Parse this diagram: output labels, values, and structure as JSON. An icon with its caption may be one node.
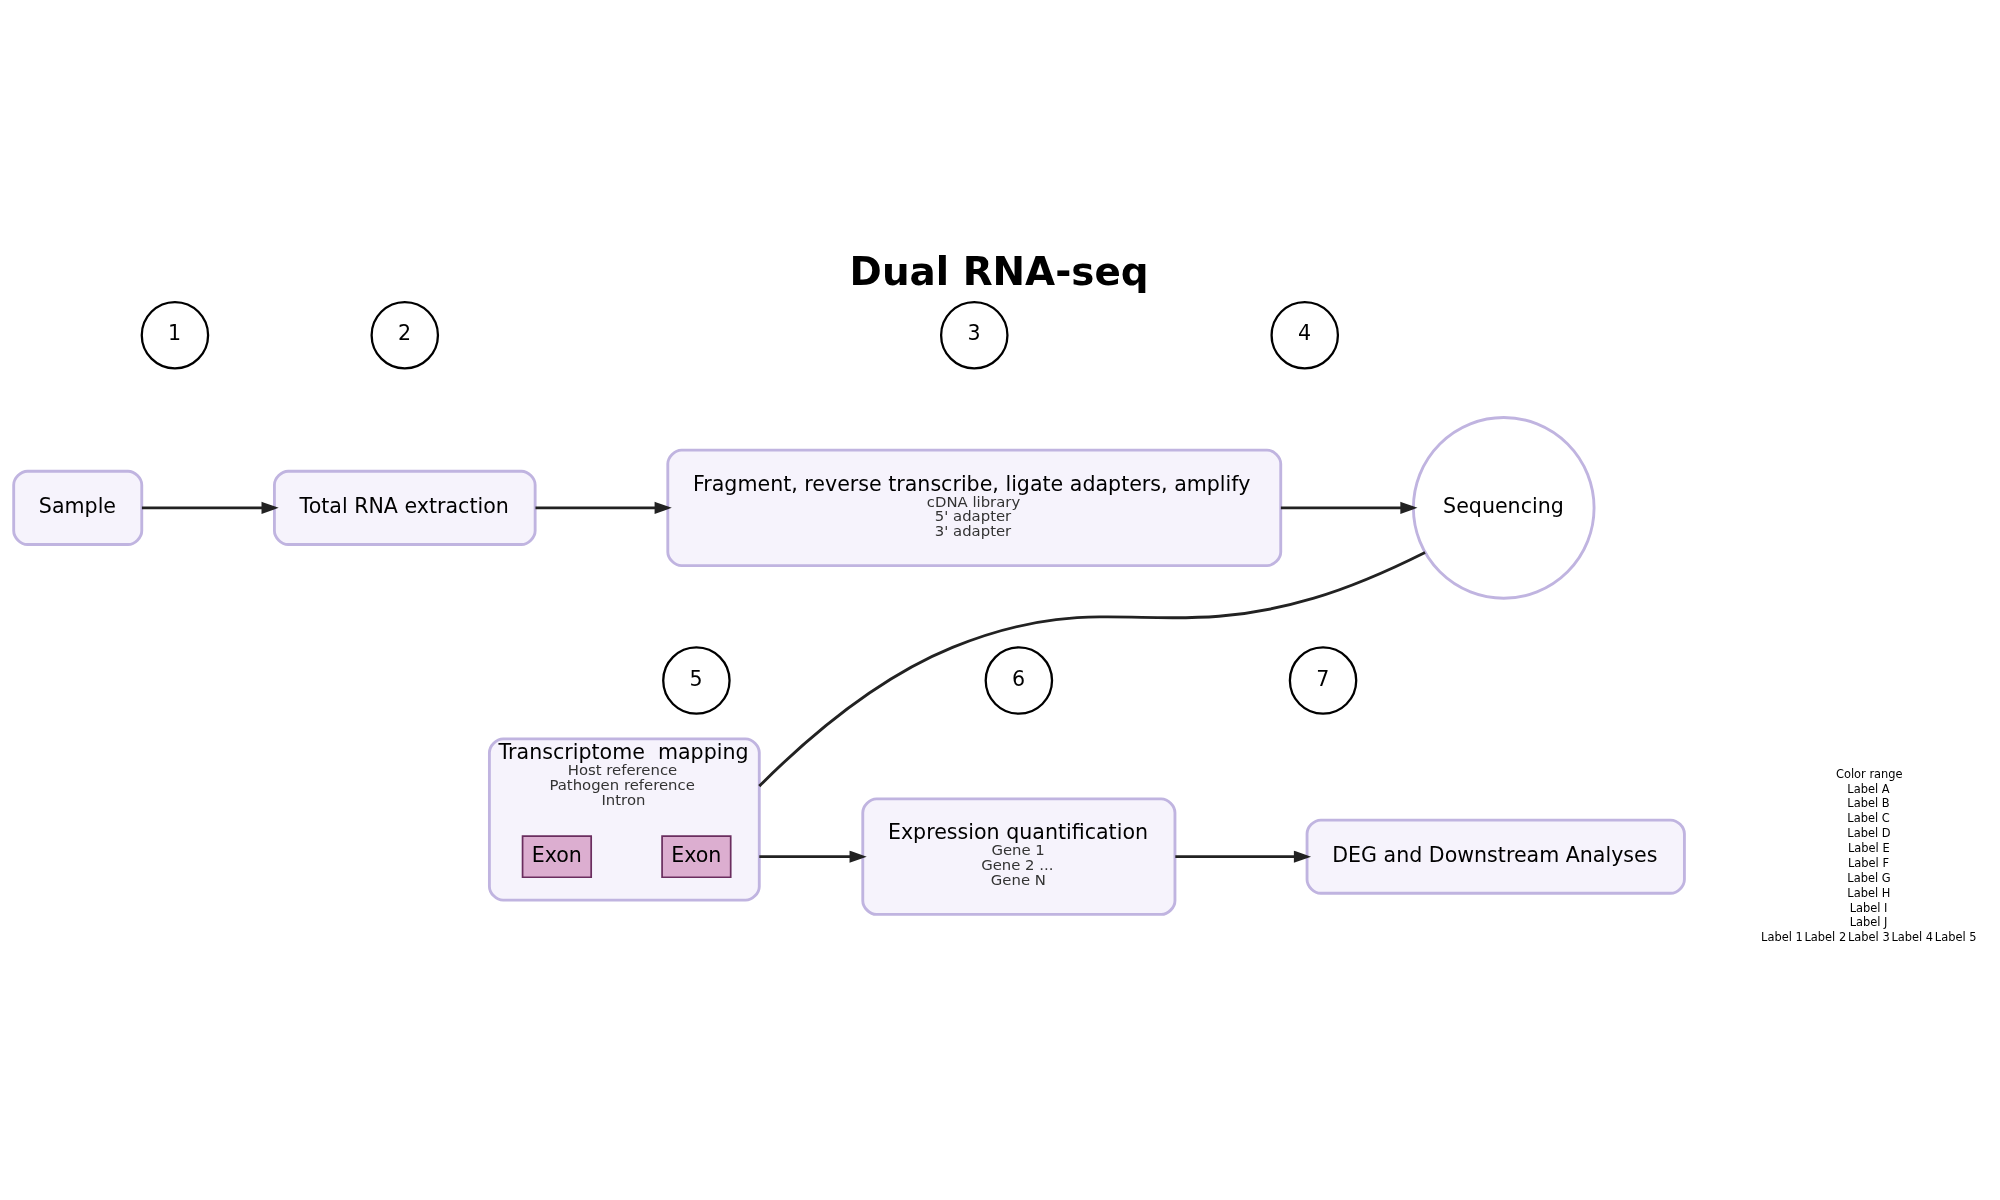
{
  "diagram": {
    "title": "Dual RNA-seq",
    "nodes": [
      {
        "text": [
          "1"
        ]
      },
      {
        "text": [
          "2"
        ]
      },
      {
        "text": [
          "3"
        ]
      },
      {
        "text": [
          "4"
        ]
      },
      {
        "text": [
          "Sample"
        ]
      },
      {
        "text": [
          "Total RNA extraction"
        ]
      },
      {
        "text": [
          "Fragment, reverse transcribe, ligate adapters, amplify",
          "cDNA library",
          "5' adapter",
          "3' adapter"
        ]
      },
      {
        "text": [
          "Sequencing"
        ]
      },
      {
        "text": [
          "5"
        ]
      },
      {
        "text": [
          "6"
        ]
      },
      {
        "text": [
          "7"
        ]
      },
      {
        "text": [
          "Transcriptome  mapping",
          "Host reference",
          "Pathogen reference",
          "Intron"
        ]
      },
      {
        "text": [
          "Exon"
        ],
        "in": 11
      },
      {
        "text": [
          "Exon"
        ],
        "in": 11
      },
      {
        "text": [
          "Expression quantification",
          "Gene 1",
          "Gene 2 ...",
          "Gene N"
        ]
      },
      {
        "text": [
          "DEG and Downstream Analyses"
        ]
      }
    ],
    "edges": [
      {
        "from": 4,
        "to": 5,
        "arrow": "to"
      },
      {
        "from": 5,
        "to": 6,
        "arrow": "to"
      },
      {
        "from": 6,
        "to": 7,
        "arrow": "to"
      },
      {
        "from": 7,
        "to": 11,
        "arrow": "none"
      },
      {
        "from": 11,
        "to": 14,
        "arrow": "to"
      },
      {
        "from": 14,
        "to": 15,
        "arrow": "to"
      }
    ],
    "labels": [
      "Color range",
      "Label A",
      "Label B",
      "Label C",
      "Label D",
      "Label E",
      "Label F",
      "Label G",
      "Label H",
      "Label I",
      "Label J",
      "Label 1",
      "Label 2",
      "Label 3",
      "Label 4",
      "Label 5"
    ]
  }
}
